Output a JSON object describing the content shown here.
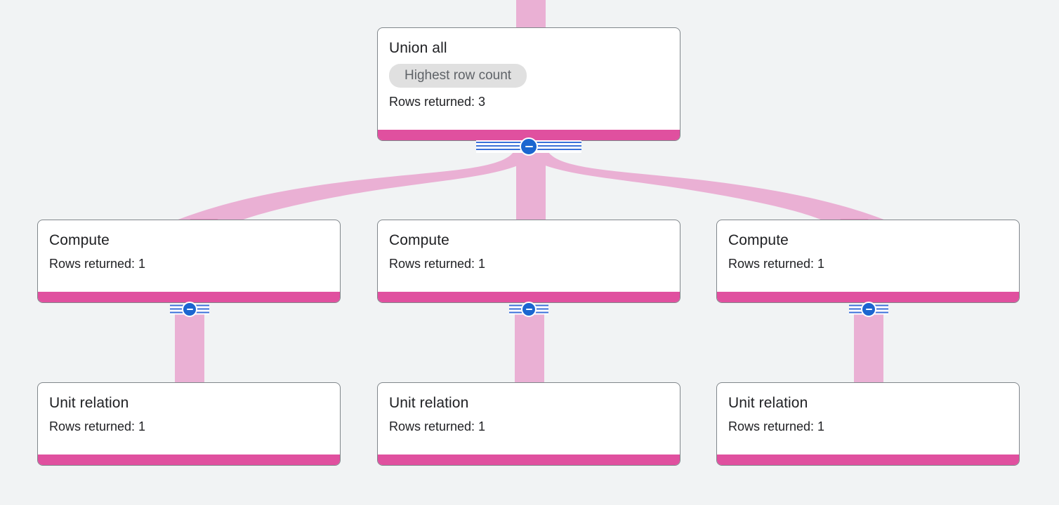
{
  "diagram": {
    "type": "query-execution-plan-tree",
    "background_color": "#f1f3f4",
    "node_border_color": "#80868b",
    "node_footer_color": "#e0509f",
    "edge_color": "#eab0d4",
    "badge_bg_color": "#e0e0e0",
    "toggle_color": "#1b66d0",
    "rows_label_prefix": "Rows returned: "
  },
  "nodes": [
    {
      "id": "union-all",
      "title": "Union all",
      "badge": "Highest row count",
      "rows_returned": "Rows returned: 3",
      "has_badge": true,
      "collapse_toggle": "collapse-toggle-union-all"
    },
    {
      "id": "compute-1",
      "title": "Compute",
      "rows_returned": "Rows returned: 1",
      "has_badge": false,
      "collapse_toggle": "collapse-toggle-compute-1"
    },
    {
      "id": "compute-2",
      "title": "Compute",
      "rows_returned": "Rows returned: 1",
      "has_badge": false,
      "collapse_toggle": "collapse-toggle-compute-2"
    },
    {
      "id": "compute-3",
      "title": "Compute",
      "rows_returned": "Rows returned: 1",
      "has_badge": false,
      "collapse_toggle": "collapse-toggle-compute-3"
    },
    {
      "id": "unit-relation-1",
      "title": "Unit relation",
      "rows_returned": "Rows returned: 1",
      "has_badge": false
    },
    {
      "id": "unit-relation-2",
      "title": "Unit relation",
      "rows_returned": "Rows returned: 1",
      "has_badge": false
    },
    {
      "id": "unit-relation-3",
      "title": "Unit relation",
      "rows_returned": "Rows returned: 1",
      "has_badge": false
    }
  ],
  "edges": [
    {
      "from": "incoming",
      "to": "union-all"
    },
    {
      "from": "union-all",
      "to": "compute-1"
    },
    {
      "from": "union-all",
      "to": "compute-2"
    },
    {
      "from": "union-all",
      "to": "compute-3"
    },
    {
      "from": "compute-1",
      "to": "unit-relation-1"
    },
    {
      "from": "compute-2",
      "to": "unit-relation-2"
    },
    {
      "from": "compute-3",
      "to": "unit-relation-3"
    }
  ]
}
